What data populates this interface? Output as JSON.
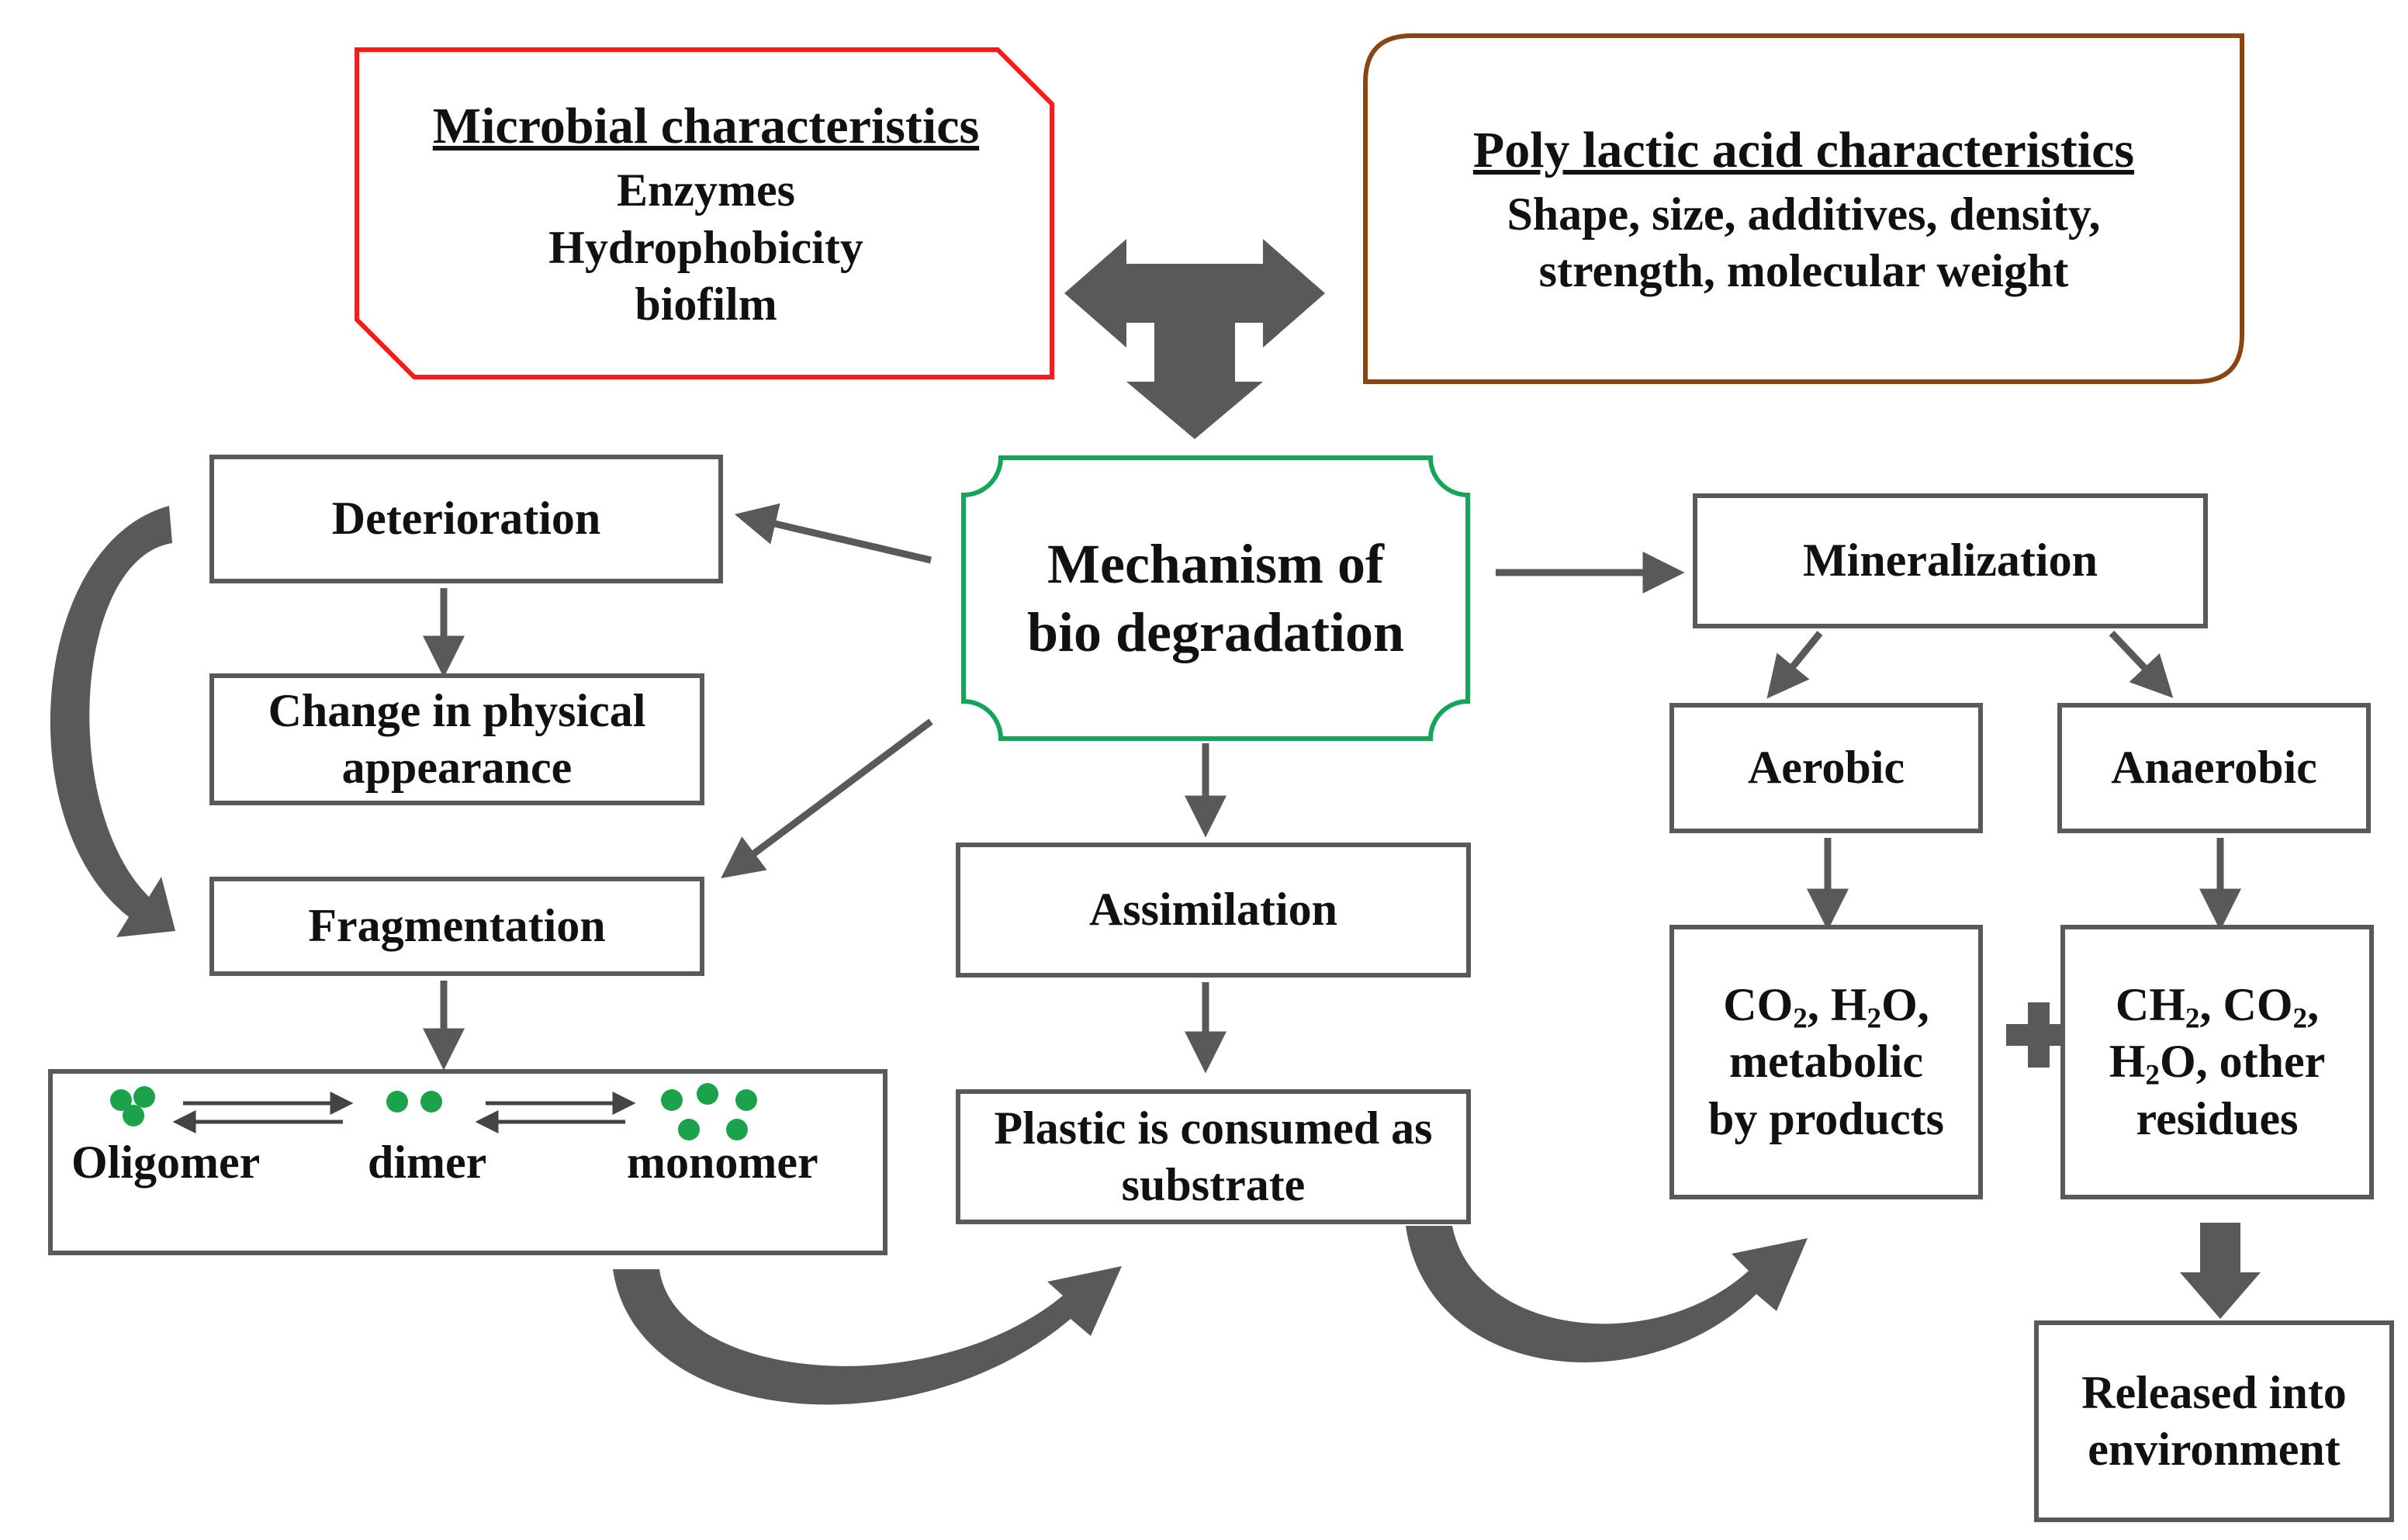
{
  "microbial": {
    "title": "Microbial characteristics",
    "items": [
      "Enzymes",
      "Hydrophobicity",
      "biofilm"
    ]
  },
  "pla": {
    "title": "Poly lactic acid characteristics",
    "line1": "Shape, size, additives, density,",
    "line2": "strength, molecular weight"
  },
  "center": {
    "line1": "Mechanism of",
    "line2": "bio degradation"
  },
  "left": {
    "deterioration": "Deterioration",
    "change_line1": "Change in physical",
    "change_line2": "appearance",
    "fragmentation": "Fragmentation",
    "oligomer": "Oligomer",
    "dimer": "dimer",
    "monomer": "monomer"
  },
  "middle": {
    "assimilation": "Assimilation",
    "plastic_line1": "Plastic is consumed as",
    "plastic_line2": "substrate"
  },
  "right": {
    "mineralization": "Mineralization",
    "aerobic": "Aerobic",
    "anaerobic": "Anaerobic",
    "aerobic_products": {
      "co": "CO",
      "co_sub": "2",
      "h": ", H",
      "h_sub": "2",
      "o": "O,",
      "line2": "metabolic",
      "line3": "by products"
    },
    "anaerobic_products": {
      "ch": "CH",
      "ch_sub": "2",
      "co": ", CO",
      "co_sub": "2",
      "comma": ",",
      "h": "H",
      "h_sub": "2",
      "o": "O, other",
      "line3": "residues"
    },
    "released_line1": "Released into",
    "released_line2": "environment"
  },
  "colors": {
    "microbial_border": "#ff1a1a",
    "pla_border": "#8b4513",
    "center_border": "#13a65a",
    "box_border": "#595959",
    "arrow": "#595959",
    "molecule": "#1aa34a"
  }
}
